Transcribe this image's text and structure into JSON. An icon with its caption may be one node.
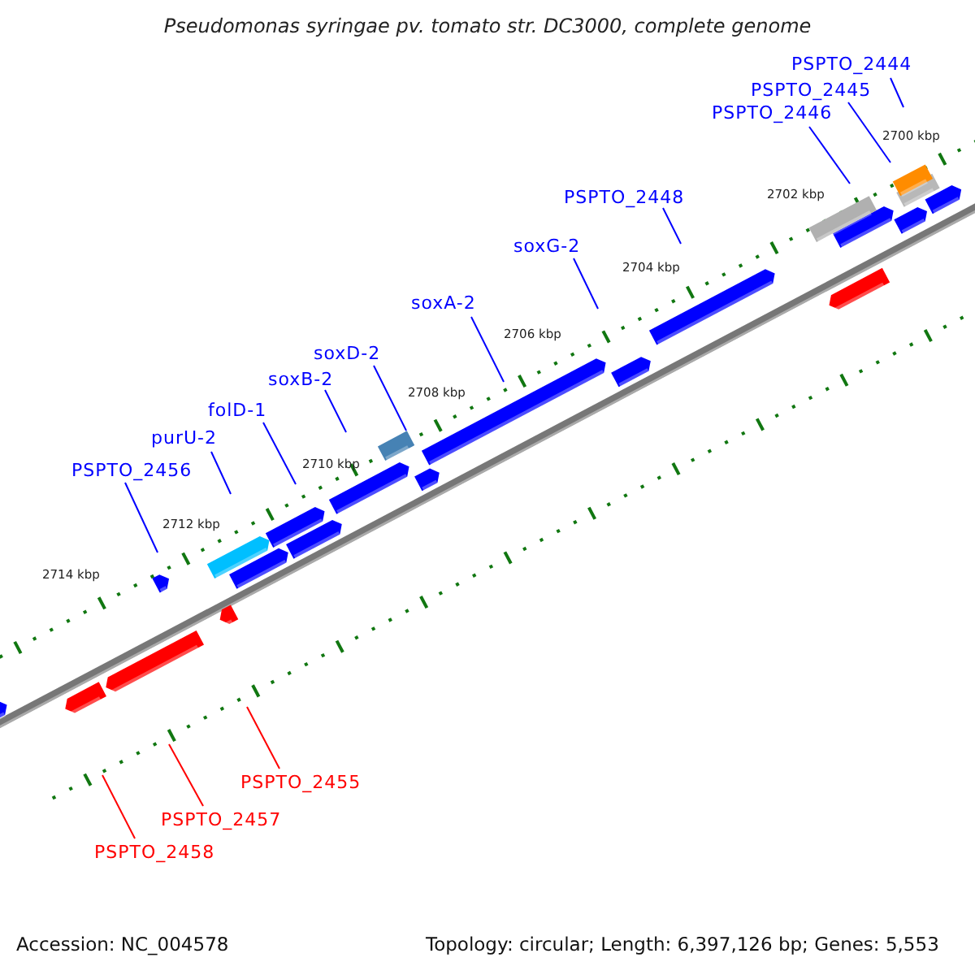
{
  "diagram": {
    "title": "Pseudomonas syringae pv. tomato str. DC3000, complete genome",
    "nodes": [
      {
        "text": [
          "PSPTO_2444"
        ]
      },
      {
        "text": [
          "PSPTO_2445"
        ]
      },
      {
        "text": [
          "PSPTO_2446"
        ]
      },
      {
        "text": [
          "PSPTO_2448"
        ]
      },
      {
        "text": [
          "soxG-2"
        ]
      },
      {
        "text": [
          "soxA-2"
        ]
      },
      {
        "text": [
          "soxD-2"
        ]
      },
      {
        "text": [
          "soxB-2"
        ]
      },
      {
        "text": [
          "folD-1"
        ]
      },
      {
        "text": [
          "purU-2"
        ]
      },
      {
        "text": [
          "PSPTO_2456"
        ]
      },
      {
        "text": [
          "PSPTO_2455"
        ]
      },
      {
        "text": [
          "PSPTO_2457"
        ]
      },
      {
        "text": [
          "PSPTO_2458"
        ]
      }
    ],
    "edges": [
      {
        "from": 0,
        "to": null,
        "arrow": "none"
      },
      {
        "from": 1,
        "to": null,
        "arrow": "none"
      },
      {
        "from": 2,
        "to": null,
        "arrow": "none"
      },
      {
        "from": 3,
        "to": null,
        "arrow": "none"
      },
      {
        "from": 4,
        "to": null,
        "arrow": "none"
      },
      {
        "from": 5,
        "to": null,
        "arrow": "none"
      },
      {
        "from": 6,
        "to": null,
        "arrow": "none"
      },
      {
        "from": 7,
        "to": null,
        "arrow": "none"
      },
      {
        "from": 8,
        "to": null,
        "arrow": "none"
      },
      {
        "from": 9,
        "to": null,
        "arrow": "none"
      },
      {
        "from": 10,
        "to": null,
        "arrow": "none"
      },
      {
        "from": 11,
        "to": null,
        "arrow": "none",
        "color": "#ff0000"
      },
      {
        "from": 12,
        "to": null,
        "arrow": "none",
        "color": "#ff0000"
      },
      {
        "from": 13,
        "to": null,
        "arrow": "none",
        "color": "#ff0000"
      }
    ],
    "labels": [
      "2700 kbp",
      "2702 kbp",
      "2704 kbp",
      "2706 kbp",
      "2708 kbp",
      "2710 kbp",
      "2712 kbp",
      "2714 kbp",
      "Accession: NC_004578",
      "Topology: circular; Length: 6,397,126 bp; Genes: 5,553"
    ]
  }
}
